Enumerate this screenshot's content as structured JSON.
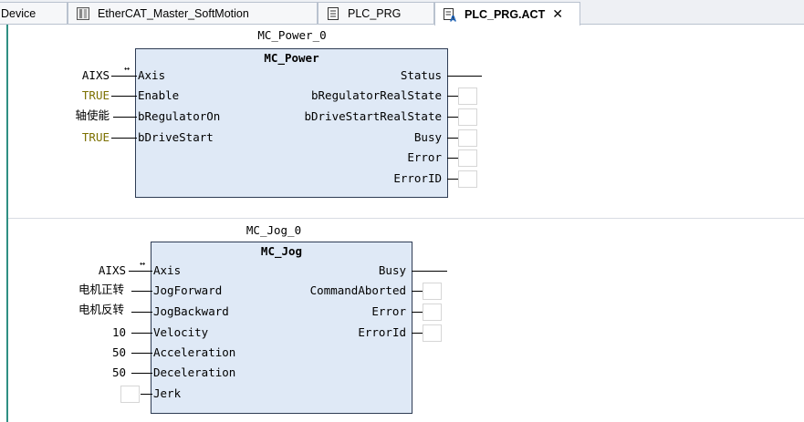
{
  "tabs": [
    {
      "label": "Device",
      "icon": "none",
      "active": false
    },
    {
      "label": "EtherCAT_Master_SoftMotion",
      "icon": "device-icon",
      "active": false
    },
    {
      "label": "PLC_PRG",
      "icon": "document-icon",
      "active": false
    },
    {
      "label": "PLC_PRG.ACT",
      "icon": "action-icon",
      "active": true,
      "close": "✕"
    }
  ],
  "colors": {
    "rail": "#2f8f83",
    "block_fill": "#dfe9f6",
    "literal": "#7c7000"
  },
  "networks": [
    {
      "instance": "MC_Power_0",
      "type": "MC_Power",
      "inputs": [
        {
          "pin": "Axis",
          "value": "AIXS",
          "ref": "↔"
        },
        {
          "pin": "Enable",
          "value": "TRUE"
        },
        {
          "pin": "bRegulatorOn",
          "value": "轴使能"
        },
        {
          "pin": "bDriveStart",
          "value": "TRUE"
        }
      ],
      "outputs": [
        {
          "pin": "Status"
        },
        {
          "pin": "bRegulatorRealState"
        },
        {
          "pin": "bDriveStartRealState"
        },
        {
          "pin": "Busy"
        },
        {
          "pin": "Error"
        },
        {
          "pin": "ErrorID"
        }
      ]
    },
    {
      "instance": "MC_Jog_0",
      "type": "MC_Jog",
      "inputs": [
        {
          "pin": "Axis",
          "value": "AIXS",
          "ref": "↔"
        },
        {
          "pin": "JogForward",
          "value": "电机正转"
        },
        {
          "pin": "JogBackward",
          "value": "电机反转"
        },
        {
          "pin": "Velocity",
          "value": "10"
        },
        {
          "pin": "Acceleration",
          "value": "50"
        },
        {
          "pin": "Deceleration",
          "value": "50"
        },
        {
          "pin": "Jerk",
          "value": ""
        }
      ],
      "outputs": [
        {
          "pin": "Busy"
        },
        {
          "pin": "CommandAborted"
        },
        {
          "pin": "Error"
        },
        {
          "pin": "ErrorId"
        }
      ]
    }
  ]
}
